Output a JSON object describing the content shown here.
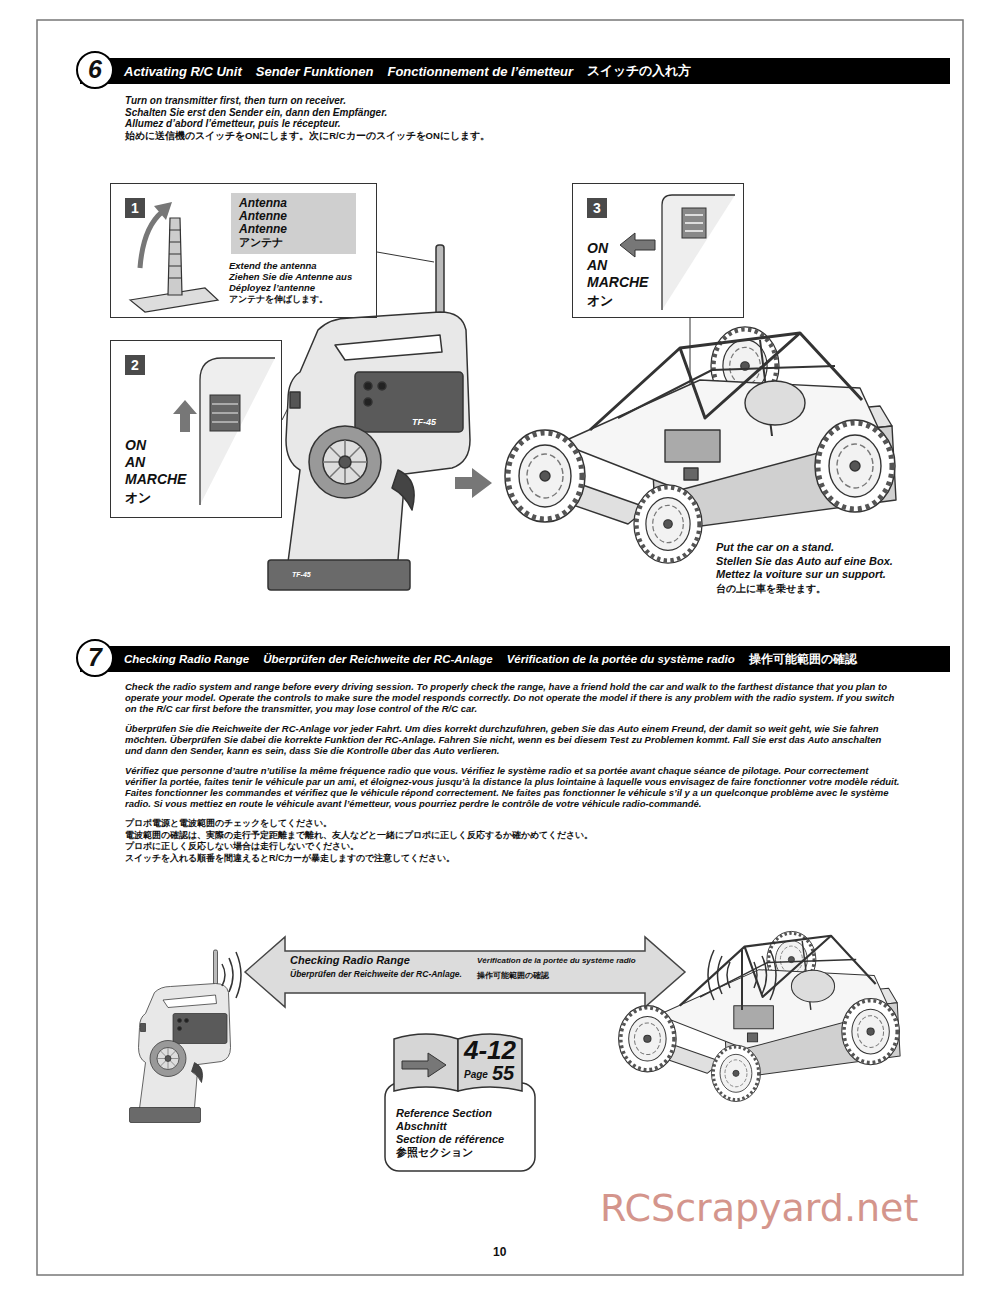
{
  "diagram": {
    "nodes": [
      {
        "text": [
          "6",
          "Activating R/C Unit",
          "Sender Funktionen",
          "Fonctionnement de l’émetteur",
          "スイッチの入れ方"
        ]
      },
      {
        "text": [
          "1",
          "Extend the antenna",
          "Ziehen Sie die Antenne aus",
          "Déployez l’antenne",
          "アンテナを伸ばします。"
        ]
      },
      {
        "text": [
          "Antenna",
          "Antenne",
          "Antenne",
          "アンテナ"
        ],
        "in": 1
      },
      {
        "text": [
          "2",
          "ON",
          "AN",
          "MARCHE",
          "オン"
        ]
      },
      {
        "text": [
          "3",
          "ON",
          "AN",
          "MARCHE",
          "オン"
        ]
      },
      {
        "text": [
          "7",
          "Checking Radio Range",
          "Überprüfen der Reichweite der RC-Anlage",
          "Vérification de la portée du système radio",
          "操作可能範囲の確認"
        ]
      },
      {
        "text": [
          "Checking Radio Range",
          "Überprüfen der Reichweite der RC-Anlage.",
          "Vérification de la portée du système radio",
          "操作可能範囲の確認"
        ]
      },
      {
        "text": [
          "4-12",
          "Page",
          "55",
          "Reference Section",
          "Abschnitt",
          "Section de référence",
          "参照セクション"
        ]
      }
    ],
    "labels": [
      "Turn on transmitter first, then turn on receiver.",
      "Schalten Sie erst den Sender ein, dann den Empfänger.",
      "Allumez d’abord l’émetteur, puis le récepteur.",
      "始めに送信機のスイッチをONにします。次にR/CカーのスイッチをONにします。",
      "TF-45",
      "TF-45",
      "Put the car on a stand.",
      "Stellen Sie das Auto auf eine Box.",
      "Mettez la voiture sur un support.",
      "台の上に車を乗せます。",
      "Check the radio system and range before every driving session. To properly check the range, have a friend hold the car and walk to the farthest distance that you plan to operate your model. Operate the controls to make sure the model responds correctly. Do not operate the model if there is any problem with the radio system. If you switch on the R/C car first before the transmitter, you may lose control of the R/C car.",
      "Überprüfen Sie die Reichweite der RC-Anlage vor jeder Fahrt. Um dies korrekt durchzuführen, geben Sie das Auto einem Freund, der damit so weit geht, wie Sie fahren möchten. Überprüfen Sie dabei die korrekte Funktion der RC-Anlage. Fahren Sie nicht, wenn es bei diesem Test zu Problemen kommt. Fall Sie erst das Auto anschalten und dann den Sender, kann es sein, dass Sie die Kontrolle über das Auto verlieren.",
      "Vérifiez que personne d’autre n’utilise la même fréquence radio que vous. Vérifiez le système radio et sa portée avant chaque séance de pilotage. Pour correctement vérifier la portée, faites tenir le véhicule par un ami, et éloignez-vous jusqu’à la distance la plus lointaine à laquelle vous envisagez de faire fonctionner votre modèle réduit. Faites fonctionner les commandes et vérifiez que le véhicule répond correctement. Ne faites pas fonctionner le véhicule s’il y a un quelconque problème avec le système radio. Si vous mettiez en route le véhicule avant l’émetteur, vous pourriez perdre le contrôle de votre véhicule radio-commandé.",
      "プロポ電源と電波範囲のチェックをしてください。",
      "電波範囲の確認は、実際の走行予定距離まで離れ、友人などと一緒にプロポに正しく反応するか確かめてください。",
      "プロポに正しく反応しない場合は走行しないでください。",
      "スイッチを入れる順番を間違えるとR/Cカーが暴走しますので注意してください。",
      "RCScrapyard.net",
      "10"
    ]
  }
}
